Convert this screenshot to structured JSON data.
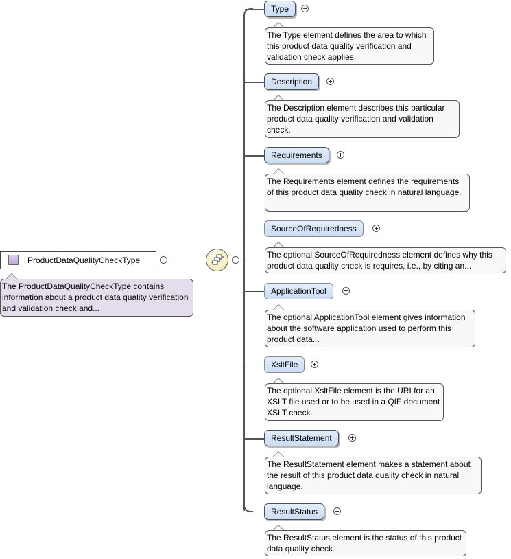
{
  "root": {
    "name": "ProductDataQualityCheckType",
    "annotation": "The ProductDataQualityCheckType contains information about a product data quality verification and validation check and..."
  },
  "elements": [
    {
      "name": "Type",
      "annotation": "The Type element defines the area to which this product data quality verification and validation check applies."
    },
    {
      "name": "Description",
      "annotation": "The Description element describes this particular product data quality verification and validation check."
    },
    {
      "name": "Requirements",
      "annotation": "The Requirements element defines the requirements of this product data quality check in natural language."
    },
    {
      "name": "SourceOfRequiredness",
      "annotation": "The optional SourceOfRequiredness element defines why this product data quality check is requires, i.e., by citing an..."
    },
    {
      "name": "ApplicationTool",
      "annotation": "The optional ApplicationTool element gives information about the software application used to perform this product data..."
    },
    {
      "name": "XsltFile",
      "annotation": "The optional XsltFile element is the URI for an XSLT file used or to be used in a QIF document XSLT check."
    },
    {
      "name": "ResultStatement",
      "annotation": "The ResultStatement element makes a statement about the result of this product data quality check in natural language."
    },
    {
      "name": "ResultStatus",
      "annotation": "The ResultStatus element is the status of this product data quality check."
    }
  ]
}
